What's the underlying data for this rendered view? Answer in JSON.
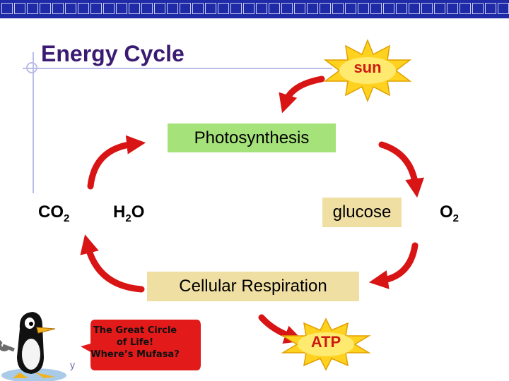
{
  "slide": {
    "title": "Energy Cycle",
    "sun_label": "sun",
    "photosynthesis_label": "Photosynthesis",
    "respiration_label": "Cellular Respiration",
    "co2": {
      "base": "CO",
      "sub": "2"
    },
    "h2o": {
      "pre": "H",
      "sub": "2",
      "post": "O"
    },
    "glucose": "glucose",
    "o2": {
      "base": "O",
      "sub": "2"
    },
    "atp_label": "ATP",
    "speech_bubble": [
      "The Great Circle",
      "of Life!",
      "Where’s Mufasa?"
    ],
    "footer_fragment": "y"
  },
  "colors": {
    "header_bar": "#1f2aa6",
    "title_text": "#3a1a72",
    "arrow_red": "#d81414",
    "photosynthesis_box": "#a6e27a",
    "label_box": "#f0dfa3",
    "sun_fill": "#ffd21f",
    "starburst_text": "#cc1a12"
  },
  "icons": [
    "sun-starburst",
    "atp-starburst",
    "curved-arrow",
    "penguin-mascot",
    "speech-bubble"
  ]
}
